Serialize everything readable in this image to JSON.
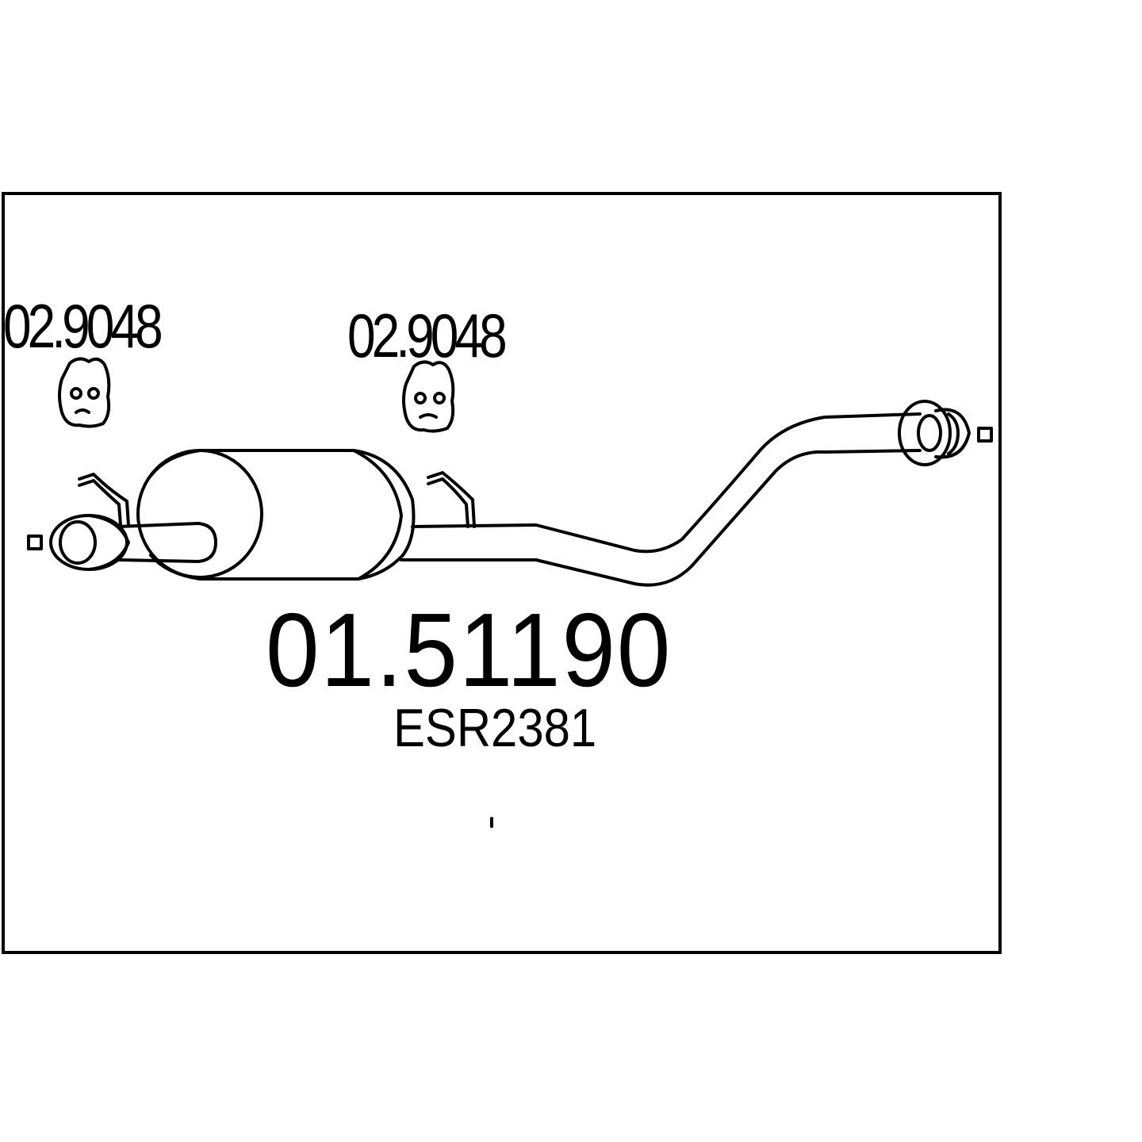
{
  "hangers": [
    {
      "part_number": "02.9048"
    },
    {
      "part_number": "02.9048"
    }
  ],
  "part": {
    "number": "01.51190",
    "reference": "ESR2381"
  },
  "colors": {
    "line": "#000000",
    "background": "#ffffff"
  }
}
